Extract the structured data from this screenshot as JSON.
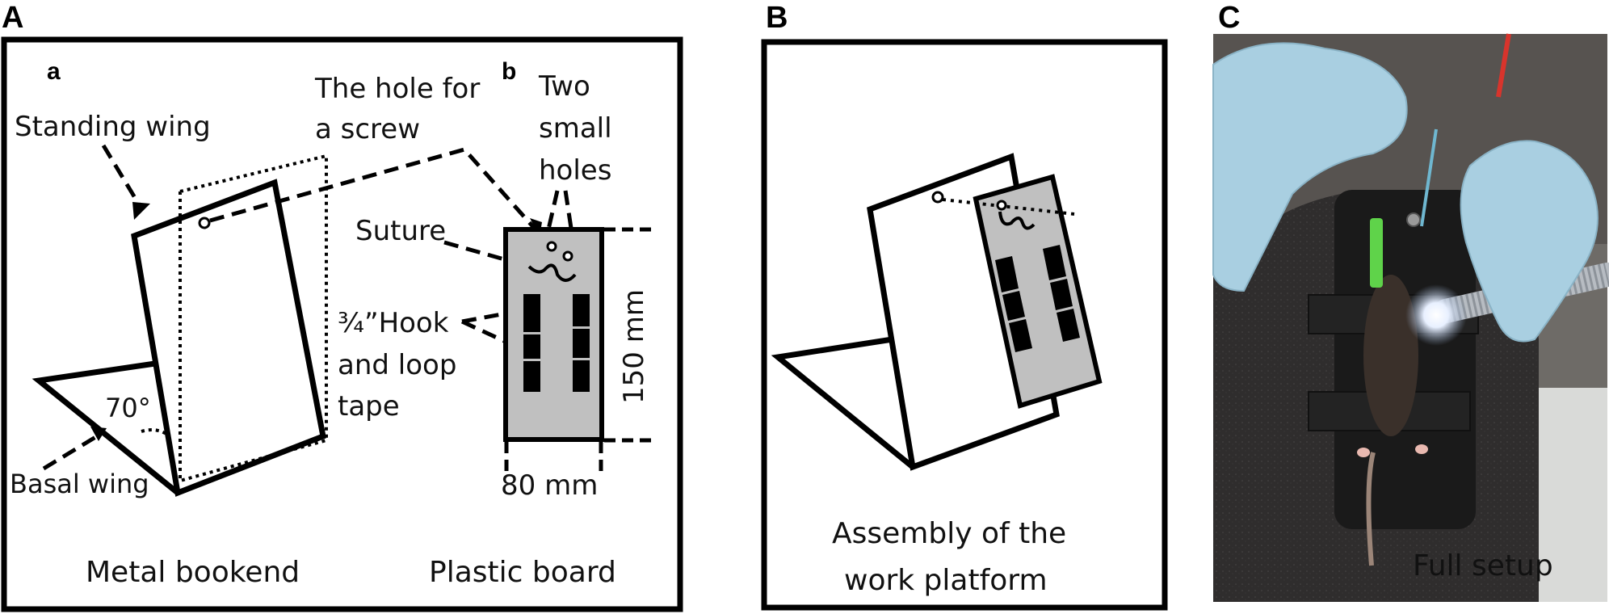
{
  "panels": {
    "a": "A",
    "b": "B",
    "c": "C"
  },
  "sub_panels": {
    "a": "a",
    "b": "b"
  },
  "panel_a": {
    "standing_wing": "Standing wing",
    "hole_line1": "The hole for",
    "hole_line2": "a screw",
    "two_line1": "Two",
    "two_line2": "small",
    "two_line3": "holes",
    "suture": "Suture",
    "hook_line1": "¾”Hook",
    "hook_line2": "and loop",
    "hook_line3": "tape",
    "angle": "70°",
    "basal_wing": "Basal wing",
    "height_dim": "150 mm",
    "width_dim": "80 mm",
    "metal_caption": "Metal bookend",
    "plastic_caption": "Plastic board"
  },
  "panel_b": {
    "caption_line1": "Assembly of the",
    "caption_line2": "work platform"
  },
  "panel_c": {
    "caption": "Full setup"
  },
  "colors": {
    "board_fill": "#c0c0c0",
    "tape_fill": "#000000",
    "photo_bg": "#6d6a66",
    "glove": "#a8cfe0",
    "foam": "#2e2c2c"
  }
}
